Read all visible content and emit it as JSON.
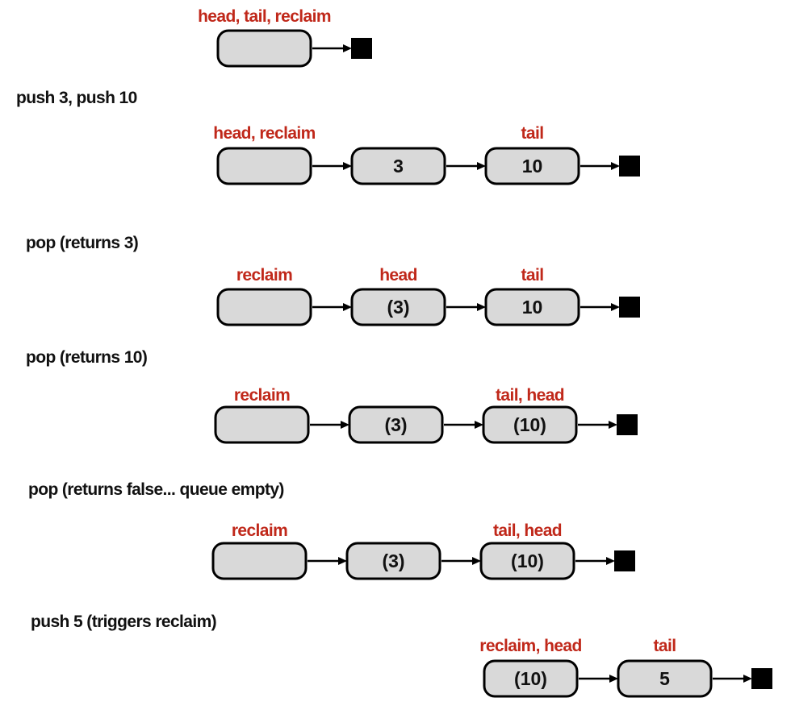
{
  "colors": {
    "pointer_label": "#c0281a",
    "node_fill": "#d9d9d9",
    "node_stroke": "#000000",
    "text": "#111111"
  },
  "steps": [
    {
      "label": "",
      "nodes": [
        {
          "value": "",
          "pointers": "head, tail, reclaim"
        }
      ]
    },
    {
      "label": "push 3, push 10",
      "nodes": [
        {
          "value": "",
          "pointers": "head, reclaim"
        },
        {
          "value": "3",
          "pointers": ""
        },
        {
          "value": "10",
          "pointers": "tail"
        }
      ]
    },
    {
      "label": "pop (returns 3)",
      "nodes": [
        {
          "value": "",
          "pointers": "reclaim"
        },
        {
          "value": "(3)",
          "pointers": "head"
        },
        {
          "value": "10",
          "pointers": "tail"
        }
      ]
    },
    {
      "label": "pop (returns 10)",
      "nodes": [
        {
          "value": "",
          "pointers": "reclaim"
        },
        {
          "value": "(3)",
          "pointers": ""
        },
        {
          "value": "(10)",
          "pointers": "tail, head"
        }
      ]
    },
    {
      "label": "pop (returns false... queue empty)",
      "nodes": [
        {
          "value": "",
          "pointers": "reclaim"
        },
        {
          "value": "(3)",
          "pointers": ""
        },
        {
          "value": "(10)",
          "pointers": "tail, head"
        }
      ]
    },
    {
      "label": "push 5 (triggers reclaim)",
      "nodes": [
        {
          "value": "(10)",
          "pointers": "reclaim, head"
        },
        {
          "value": "5",
          "pointers": "tail"
        }
      ]
    }
  ]
}
